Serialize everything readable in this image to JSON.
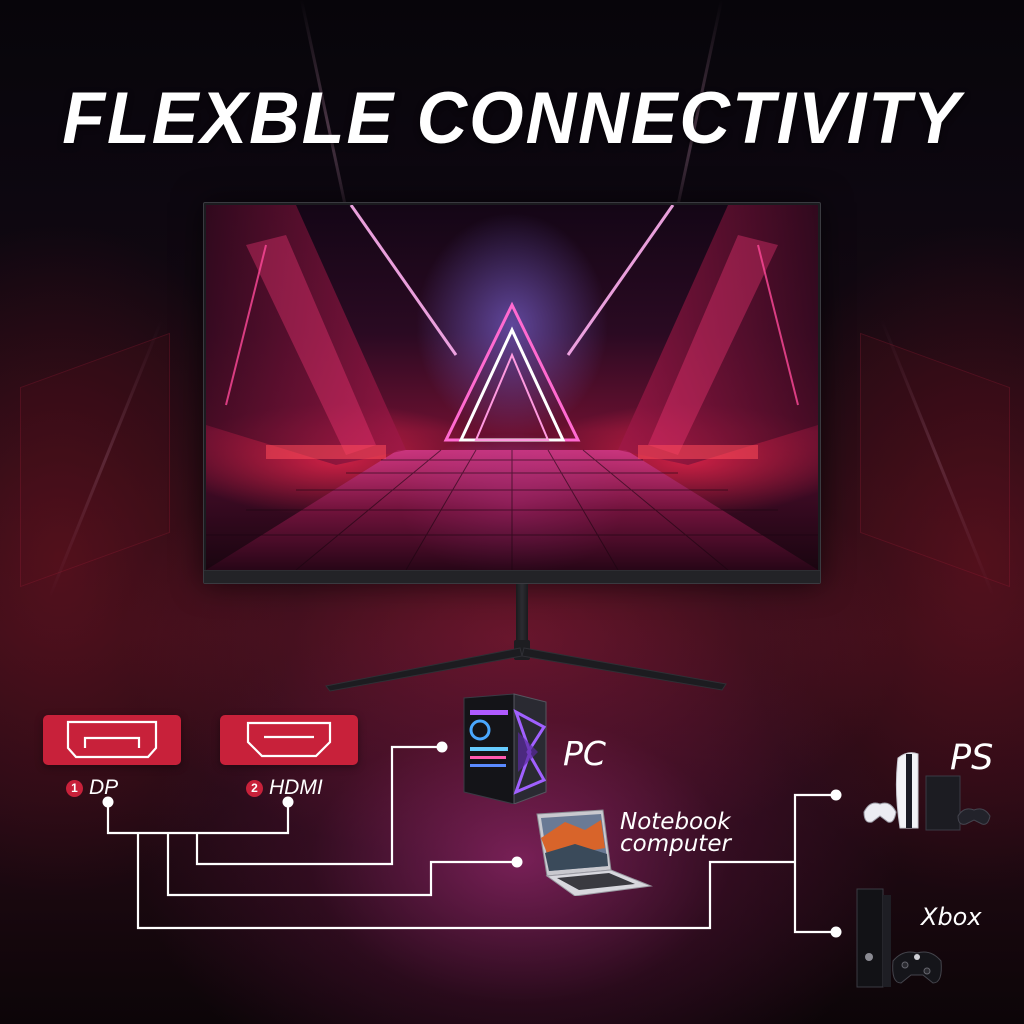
{
  "title": "FLEXBLE CONNECTIVITY",
  "colors": {
    "accent_red": "#c8213a",
    "text": "#ffffff",
    "line": "#ffffff"
  },
  "product": {
    "type": "monitor",
    "screen_image": "neon corridor with glowing pink and purple triangular arches"
  },
  "ports": [
    {
      "number": "1",
      "label": "DP",
      "icon": "displayport-icon"
    },
    {
      "number": "2",
      "label": "HDMI",
      "icon": "hdmi-icon"
    }
  ],
  "devices": [
    {
      "label": "PC",
      "icon": "pc-tower-icon"
    },
    {
      "label_line1": "Notebook",
      "label_line2": "computer",
      "icon": "laptop-icon"
    },
    {
      "label": "PS",
      "icon": "playstation-console-icon"
    },
    {
      "label": "Xbox",
      "icon": "xbox-console-icon"
    }
  ]
}
